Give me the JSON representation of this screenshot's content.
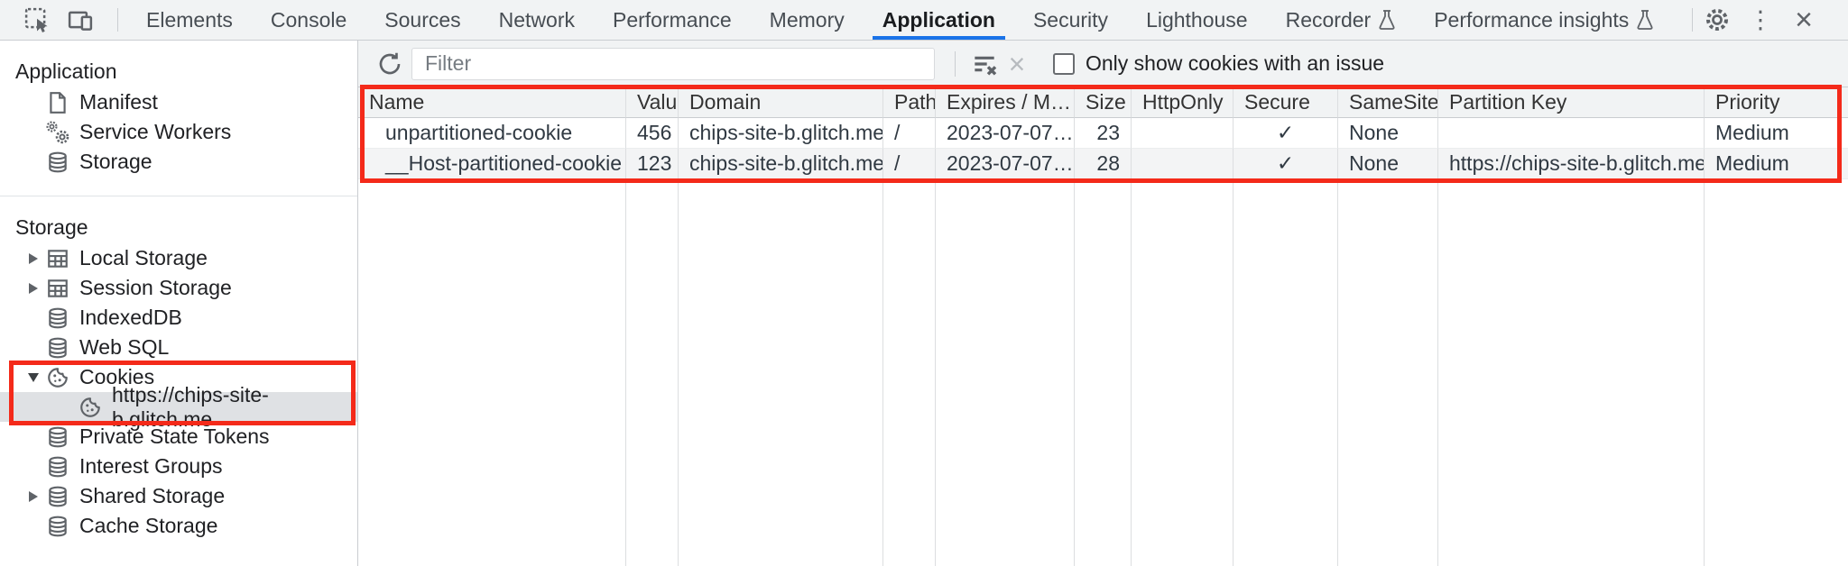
{
  "colors": {
    "accent": "#1a73e8",
    "annotation": "#f42a1a",
    "selected_item_bg": "#dfe1e4"
  },
  "tabbar": {
    "tabs": [
      "Elements",
      "Console",
      "Sources",
      "Network",
      "Performance",
      "Memory",
      "Application",
      "Security",
      "Lighthouse",
      "Recorder",
      "Performance insights"
    ],
    "selected_tab": "Application"
  },
  "sidebar": {
    "section1_title": "Application",
    "app_items": [
      "Manifest",
      "Service Workers",
      "Storage"
    ],
    "section2_title": "Storage",
    "storage_items": [
      "Local Storage",
      "Session Storage",
      "IndexedDB",
      "Web SQL",
      "Cookies",
      "https://chips-site-b.glitch.me",
      "Private State Tokens",
      "Interest Groups",
      "Shared Storage",
      "Cache Storage"
    ],
    "selected_item": "https://chips-site-b.glitch.me"
  },
  "toolbar": {
    "filter_placeholder": "Filter",
    "issue_checkbox_label": "Only show cookies with an issue",
    "checkbox_checked": false
  },
  "table": {
    "columns": [
      "Name",
      "Value",
      "Domain",
      "Path",
      "Expires / M…",
      "Size",
      "HttpOnly",
      "Secure",
      "SameSite",
      "Partition Key",
      "Priority"
    ],
    "rows": [
      [
        "unpartitioned-cookie",
        "456",
        "chips-site-b.glitch.me",
        "/",
        "2023-07-07…",
        "23",
        "",
        "✓",
        "None",
        "",
        "Medium"
      ],
      [
        "__Host-partitioned-cookie",
        "123",
        "chips-site-b.glitch.me",
        "/",
        "2023-07-07…",
        "28",
        "",
        "✓",
        "None",
        "https://chips-site-b.glitch.me",
        "Medium"
      ]
    ]
  }
}
